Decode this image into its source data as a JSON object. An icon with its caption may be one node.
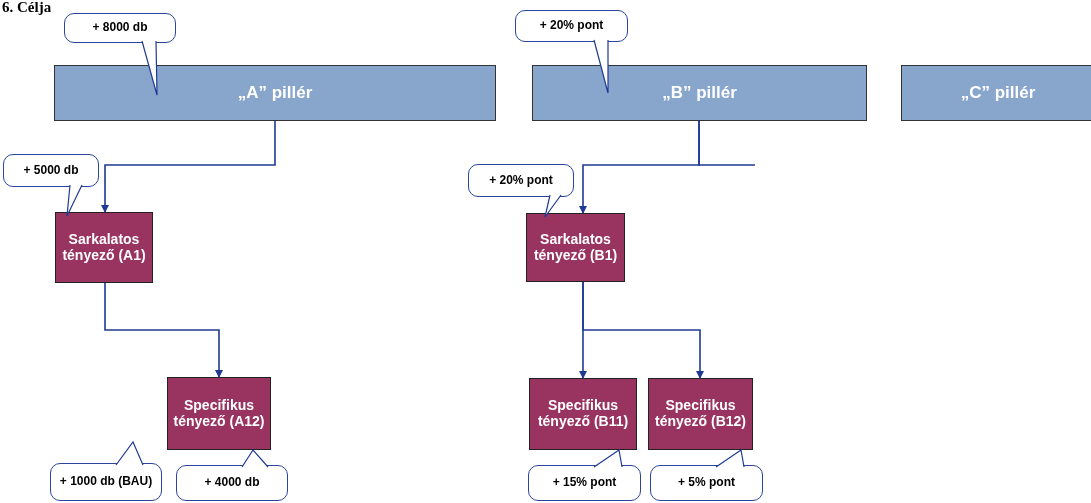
{
  "diagram": {
    "title": "6. Célja",
    "nodes": [
      {
        "text": [
          "+ 8000 db"
        ]
      },
      {
        "text": [
          "+ 20% pont"
        ]
      },
      {
        "text": [
          "„A” pillér"
        ]
      },
      {
        "text": [
          "„B” pillér"
        ]
      },
      {
        "text": [
          "„C” pillér"
        ]
      },
      {
        "text": [
          "+ 5000 db"
        ]
      },
      {
        "text": [
          "+ 20% pont"
        ]
      },
      {
        "text": [
          "Sarkalatos tényező (A1)"
        ]
      },
      {
        "text": [
          "Sarkalatos tényező (B1)"
        ]
      },
      {
        "text": [
          "Specifikus tényező (A12)"
        ]
      },
      {
        "text": [
          "Specifikus tényező (B11)"
        ]
      },
      {
        "text": [
          "Specifikus tényező (B12)"
        ]
      },
      {
        "text": [
          "+ 1000 db (BAU)"
        ]
      },
      {
        "text": [
          "+ 4000 db"
        ]
      },
      {
        "text": [
          "+ 15% pont"
        ]
      },
      {
        "text": [
          "+ 5% pont"
        ]
      }
    ],
    "edges": [
      {
        "from": 2,
        "to": 7,
        "arrow": "to"
      },
      {
        "from": 3,
        "to": 8,
        "arrow": "to"
      },
      {
        "from": 3,
        "to": null,
        "arrow": "none"
      },
      {
        "from": 7,
        "to": 9,
        "arrow": "to"
      },
      {
        "from": 8,
        "to": 10,
        "arrow": "to"
      },
      {
        "from": 8,
        "to": 11,
        "arrow": "to"
      },
      {
        "from": 0,
        "to": 2,
        "arrow": "to"
      },
      {
        "from": 1,
        "to": 3,
        "arrow": "to"
      },
      {
        "from": 5,
        "to": 7,
        "arrow": "to"
      },
      {
        "from": 6,
        "to": 8,
        "arrow": "to"
      },
      {
        "from": 12,
        "to": null,
        "arrow": "to"
      },
      {
        "from": 13,
        "to": 9,
        "arrow": "to"
      },
      {
        "from": 14,
        "to": 10,
        "arrow": "to"
      },
      {
        "from": 15,
        "to": 11,
        "arrow": "to"
      }
    ]
  }
}
